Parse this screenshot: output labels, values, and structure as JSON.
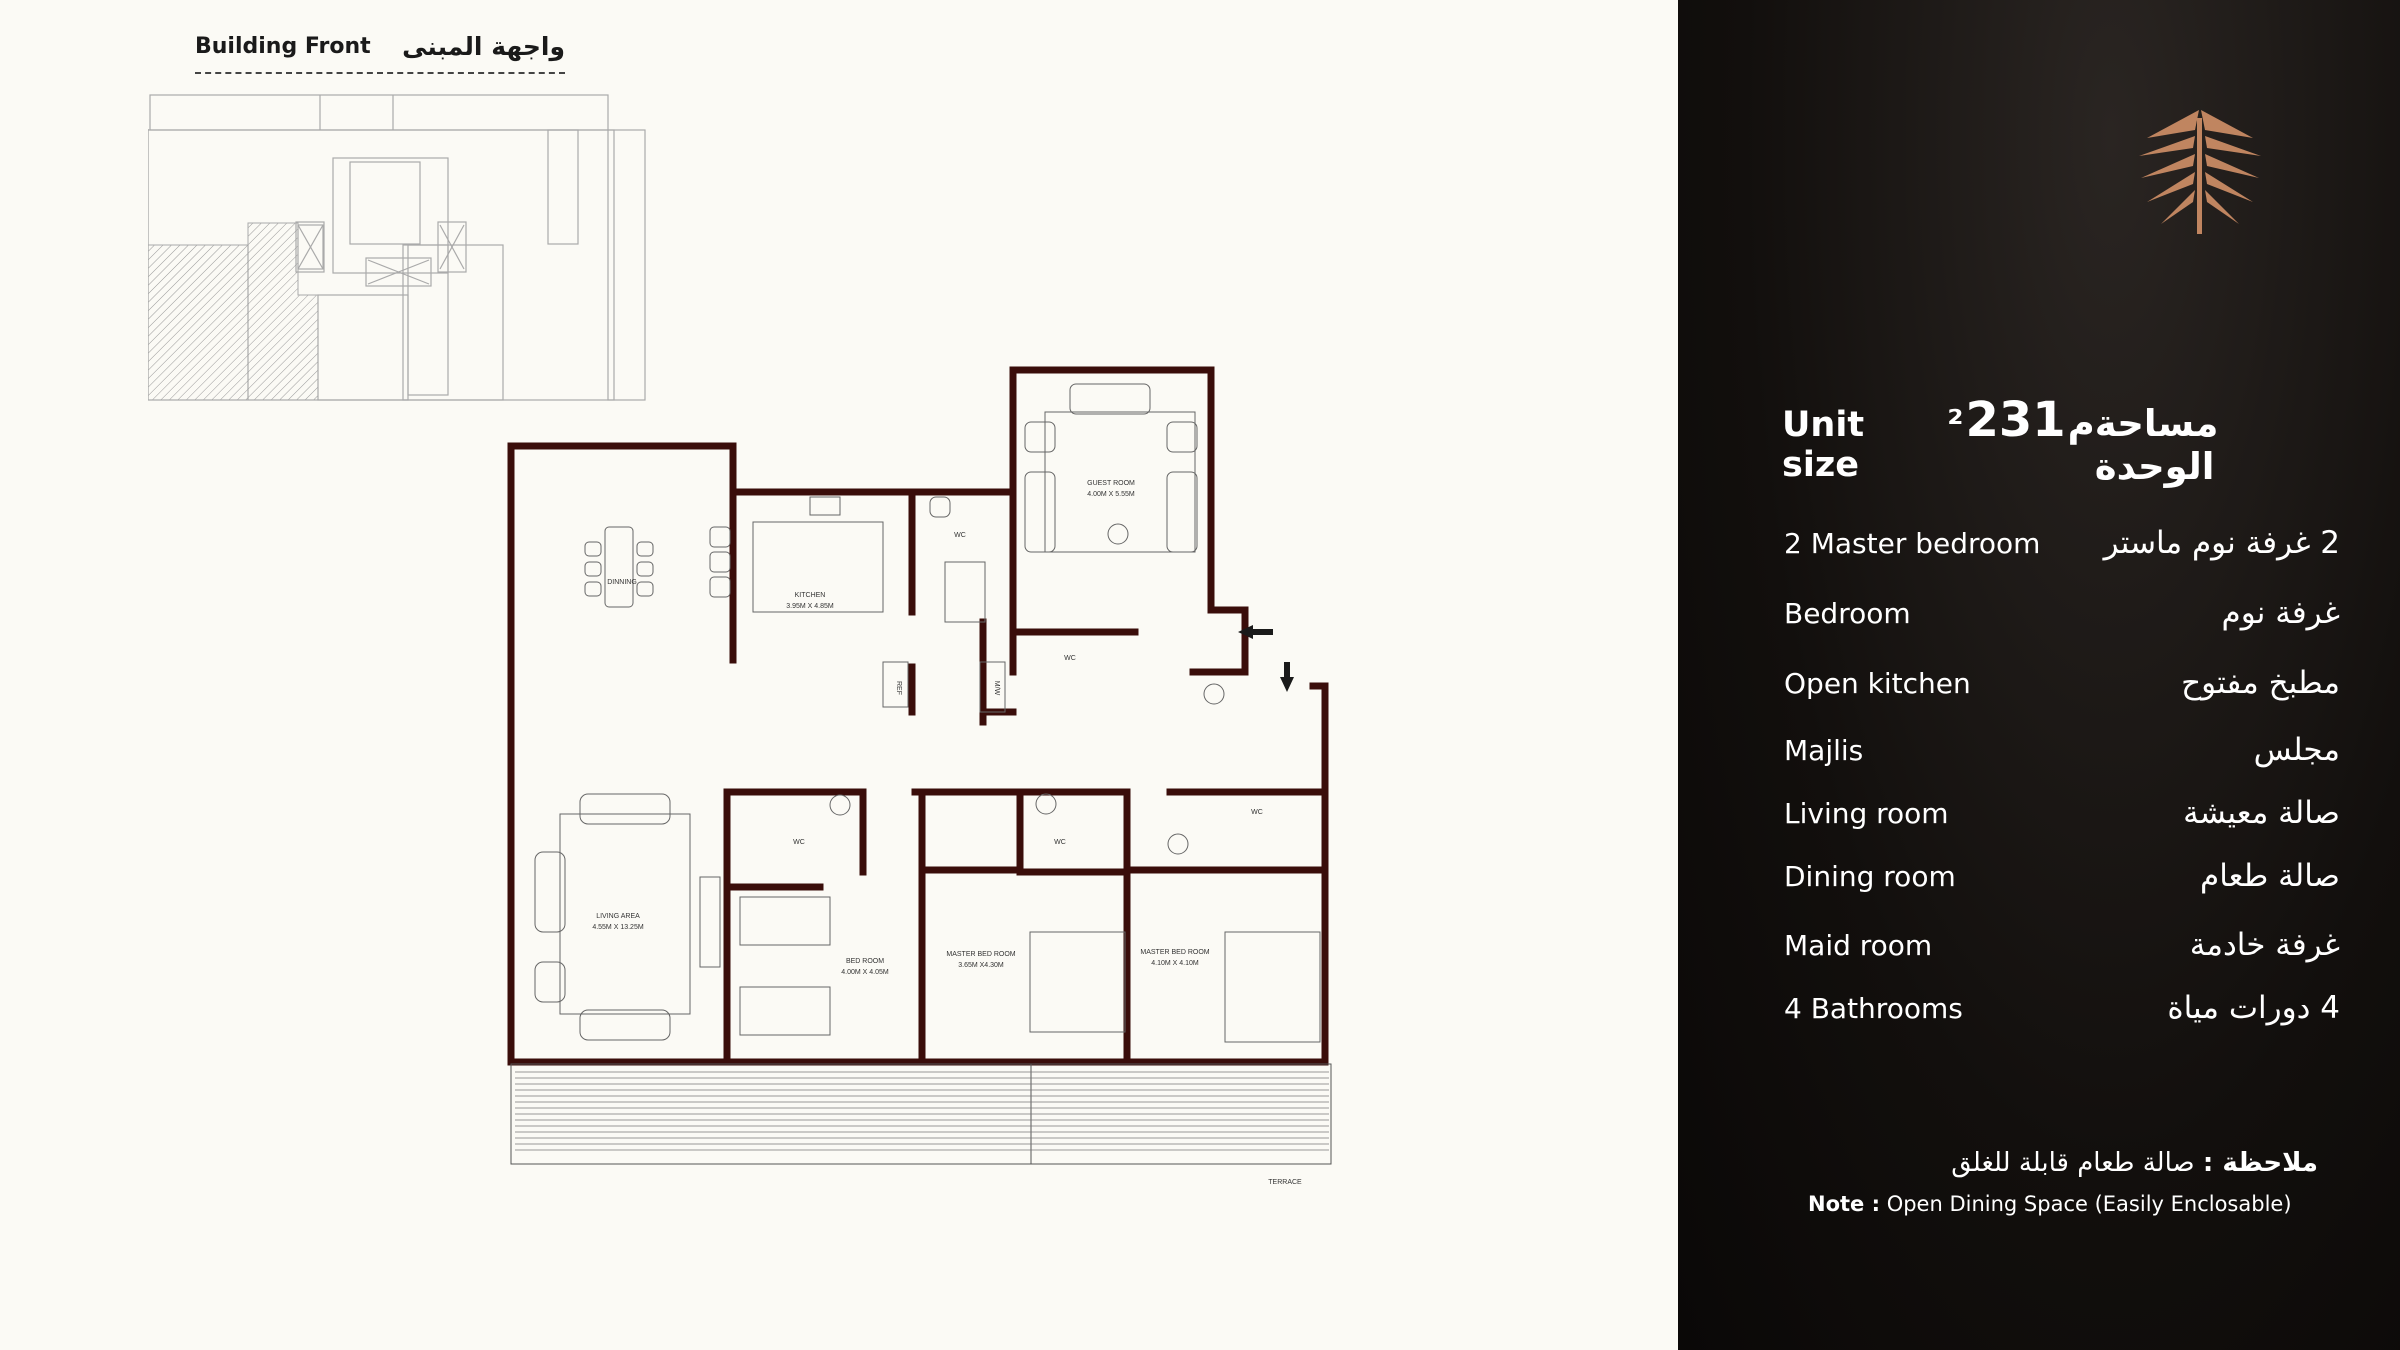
{
  "building_front": {
    "label_en": "Building Front",
    "label_ar": "واجهة المبنى"
  },
  "rooms": {
    "dining": "DINNING",
    "kitchen": "KITCHEN",
    "kitchen_size": "3.95M X 4.85M",
    "guest": "GUEST ROOM",
    "guest_size": "4.00M X 5.55M",
    "living": "LIVING AREA",
    "living_size": "4.55M X 13.25M",
    "bedroom": "BED ROOM",
    "bedroom_size": "4.00M X 4.05M",
    "master1": "MASTER BED ROOM",
    "master1_size": "3.65M X4.30M",
    "master2": "MASTER BED ROOM",
    "master2_size": "4.10M X 4.10M",
    "wc": "WC",
    "ref": "REF",
    "mw": "M/W",
    "terrace": "TERRACE"
  },
  "unit": {
    "label_en": "Unit size",
    "value": "231",
    "unit_ar": "م²",
    "label_ar": "مساحة الوحدة"
  },
  "features": [
    {
      "en": "2 Master bedroom",
      "ar": "2 غرفة نوم ماستر"
    },
    {
      "en": "Bedroom",
      "ar": "غرفة نوم"
    },
    {
      "en": "Open kitchen",
      "ar": "مطبخ مفتوح"
    },
    {
      "en": "Majlis",
      "ar": "مجلس"
    },
    {
      "en": "Living room",
      "ar": "صالة معيشة"
    },
    {
      "en": "Dining room",
      "ar": "صالة طعام"
    },
    {
      "en": "Maid room",
      "ar": "غرفة خادمة"
    },
    {
      "en": "4 Bathrooms",
      "ar": "4 دورات مياة"
    }
  ],
  "note": {
    "ar_label": "ملاحظة :",
    "ar_text": "صالة طعام قابلة للغلق",
    "en_label": "Note :",
    "en_text": "Open Dining Space (Easily Enclosable)"
  },
  "colors": {
    "wall": "#3a0d0a",
    "accent": "#c08560",
    "panel": "#120f0d"
  }
}
